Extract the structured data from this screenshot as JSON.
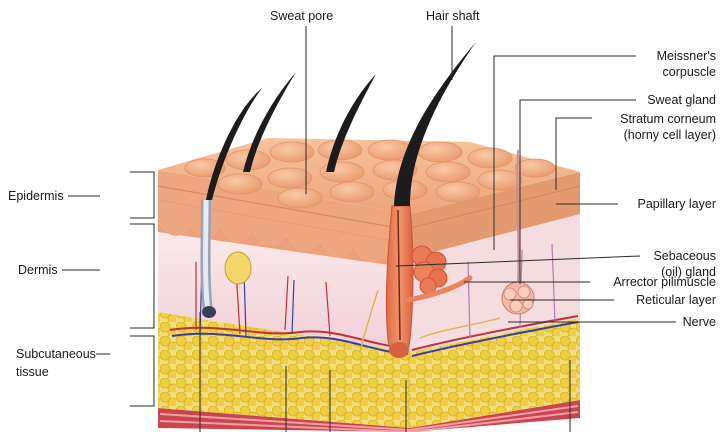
{
  "labels": {
    "sweat_pore": "Sweat pore",
    "hair_shaft": "Hair shaft",
    "meissner_line1": "Meissner's",
    "meissner_line2": "corpuscle",
    "sweat_gland": "Sweat gland",
    "stratum_line1": "Stratum corneum",
    "stratum_line2": "(horny cell layer)",
    "epidermis": "Epidermis",
    "dermis": "Dermis",
    "subcutaneous_line1": "Subcutaneous",
    "subcutaneous_line2": "tissue",
    "papillary_layer": "Papillary layer",
    "sebaceous_line1": "Sebaceous",
    "sebaceous_line2": "(oil) gland",
    "arrector_pili": "Arrector pilimuscle",
    "reticular_layer": "Reticular layer",
    "nerve": "Nerve"
  },
  "colors": {
    "epidermis_top": "#f2b48c",
    "epidermis_side": "#e9a57a",
    "dermis": "#f6dede",
    "hair": "#1c1c1c",
    "follicle": "#e87c55",
    "fat": "#f0d24a",
    "vessel_red": "#c0303a",
    "nerve_blue": "#3a3f9a"
  }
}
